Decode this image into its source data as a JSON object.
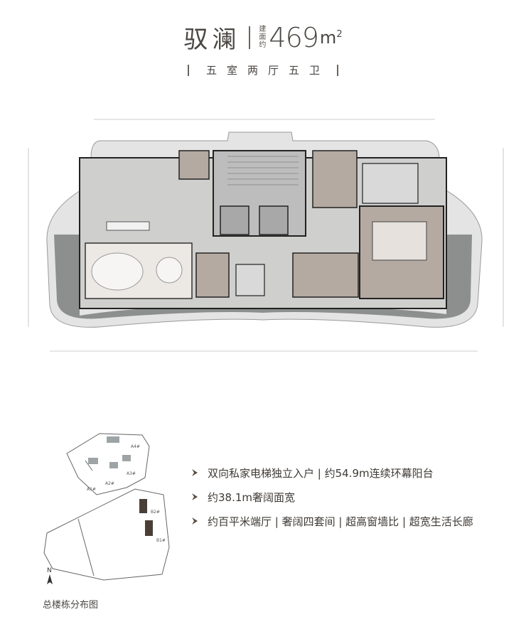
{
  "header": {
    "name": "驭澜",
    "area_prefix_lines": [
      "建",
      "面",
      "约"
    ],
    "area_value": "469",
    "area_unit": "m",
    "area_unit_sup": "2",
    "layout": "五室两厅五卫"
  },
  "features": [
    "双向私家电梯独立入户 | 约54.9m连续环幕阳台",
    "约38.1m奢阔面宽",
    "约百平米端厅 | 奢阔四套间 | 超高窗墙比 | 超宽生活长廊"
  ],
  "site_map": {
    "caption": "总楼栋分布图",
    "north": "N",
    "labels": [
      "A4#",
      "A3#",
      "A2#",
      "A1#",
      "B2#",
      "B1#"
    ]
  },
  "colors": {
    "text": "#3e3a36",
    "terrace": "#8d8f8f",
    "interior": "#cfcfce",
    "room_warm": "#b4aaa2",
    "bullet": "#5a4b3f"
  },
  "icons": [
    "diamond-bullet-icon",
    "north-arrow-icon"
  ]
}
